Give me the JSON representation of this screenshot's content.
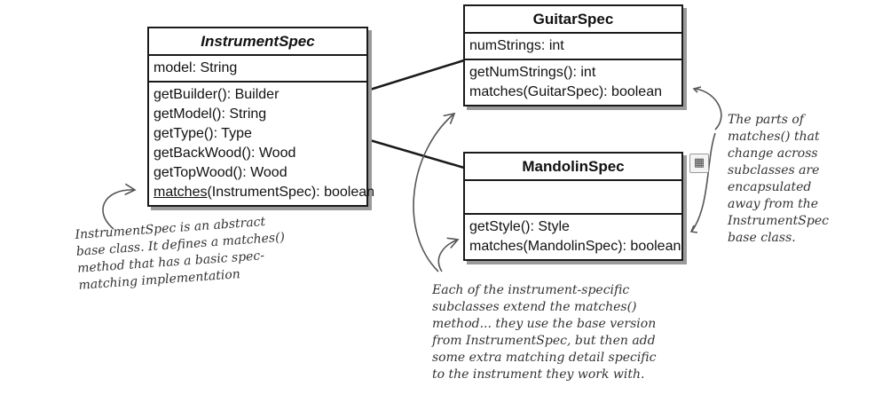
{
  "classes": {
    "instrument_spec": {
      "name": "InstrumentSpec",
      "attributes": [
        "model: String"
      ],
      "methods": [
        "getBuilder(): Builder",
        "getModel(): String",
        "getType(): Type",
        "getBackWood(): Wood",
        "getTopWood(): Wood"
      ],
      "matches_name": "matches",
      "matches_rest": "(InstrumentSpec): boolean"
    },
    "guitar_spec": {
      "name": "GuitarSpec",
      "attributes": [
        "numStrings: int"
      ],
      "methods": [
        "getNumStrings(): int",
        "matches(GuitarSpec): boolean"
      ]
    },
    "mandolin_spec": {
      "name": "MandolinSpec",
      "attributes": [],
      "methods": [
        "getStyle(): Style",
        "matches(MandolinSpec): boolean"
      ]
    }
  },
  "notes": {
    "left": [
      "InstrumentSpec is an abstract",
      "base class. It defines a matches()",
      "method that has a basic spec-",
      "matching implementation"
    ],
    "center": [
      "Each of the instrument-specific",
      "subclasses extend the matches()",
      "method... they use the base version",
      "from InstrumentSpec, but then add",
      "some extra matching detail specific",
      "to the instrument they work with."
    ],
    "right": [
      "The parts of",
      "matches() that",
      "change across",
      "subclasses are",
      "encapsulated",
      "away from the",
      "InstrumentSpec",
      "base class."
    ]
  },
  "colors": {
    "line": "#1a1a1a",
    "shadow": "#9a9a9a",
    "annotation": "#555555"
  },
  "icons": {
    "tool": "calculator-icon",
    "tool_glyph": "▦"
  }
}
